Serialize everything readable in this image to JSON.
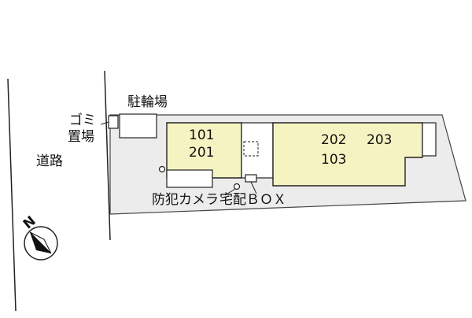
{
  "colors": {
    "site": "#ececec",
    "building": "#f6f3c2",
    "outline": "#222222",
    "background": "#ffffff"
  },
  "road": {
    "label": "道路"
  },
  "labels": {
    "bicycle_parking": "駐輪場",
    "garbage_line1": "ゴミ",
    "garbage_line2": "置場",
    "camera": "防犯カメラ",
    "delivery_box": "宅配ＢＯＸ"
  },
  "building_left": {
    "unit_top": "101",
    "unit_bottom": "201"
  },
  "building_right": {
    "unit_a": "202",
    "unit_b": "203",
    "unit_c": "103"
  },
  "compass": {
    "label": "N",
    "icon": "north-arrow-icon"
  }
}
